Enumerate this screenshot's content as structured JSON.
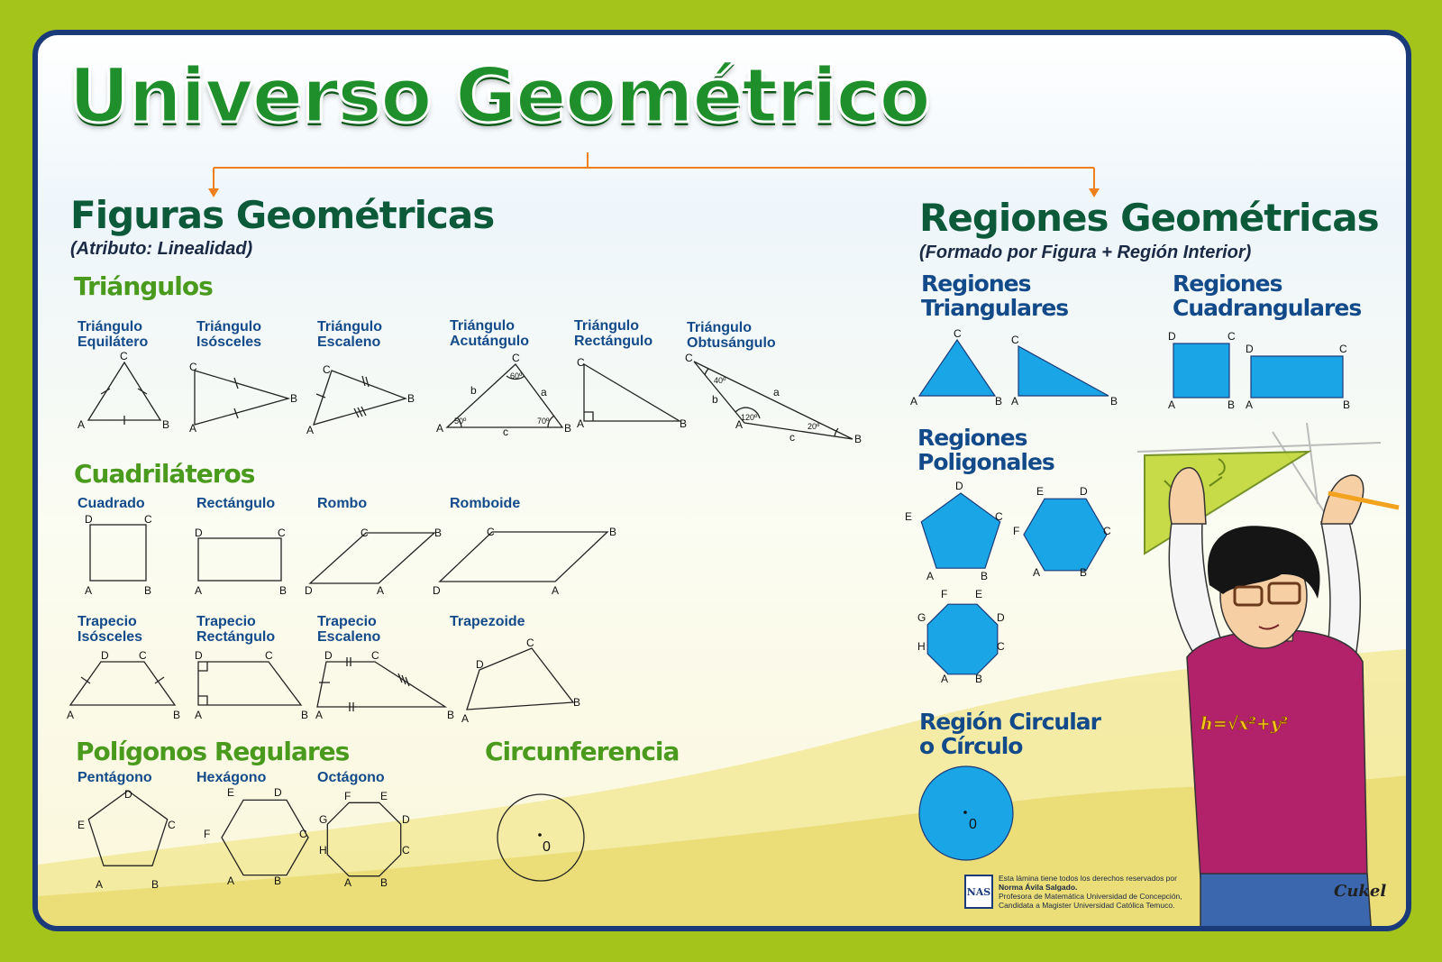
{
  "title": "Universo Geométrico",
  "left": {
    "title": "Figuras Geométricas",
    "subtitle": "(Atributo: Linealidad)",
    "triangles": {
      "heading": "Triángulos",
      "items": [
        {
          "label": "Triángulo\nEquilátero",
          "v": [
            "A",
            "B",
            "C"
          ]
        },
        {
          "label": "Triángulo\nIsósceles",
          "v": [
            "A",
            "B",
            "C"
          ]
        },
        {
          "label": "Triángulo\nEscaleno",
          "v": [
            "A",
            "B",
            "C"
          ]
        },
        {
          "label": "Triángulo\nAcutángulo",
          "v": [
            "A",
            "B",
            "C"
          ],
          "sides": [
            "a",
            "b",
            "c"
          ],
          "angles": [
            "50º",
            "70º",
            "60º"
          ]
        },
        {
          "label": "Triángulo\nRectángulo",
          "v": [
            "A",
            "B",
            "C"
          ]
        },
        {
          "label": "Triángulo\nObtusángulo",
          "v": [
            "A",
            "B",
            "C"
          ],
          "sides": [
            "a",
            "b",
            "c"
          ],
          "angles": [
            "120º",
            "20º",
            "40º"
          ]
        }
      ]
    },
    "quadrilaterals": {
      "heading": "Cuadriláteros",
      "row1": [
        {
          "label": "Cuadrado",
          "v": [
            "A",
            "B",
            "C",
            "D"
          ]
        },
        {
          "label": "Rectángulo",
          "v": [
            "A",
            "B",
            "C",
            "D"
          ]
        },
        {
          "label": "Rombo",
          "v": [
            "A",
            "B",
            "C",
            "D"
          ]
        },
        {
          "label": "Romboide",
          "v": [
            "A",
            "B",
            "C",
            "D"
          ]
        }
      ],
      "row2": [
        {
          "label": "Trapecio\nIsósceles",
          "v": [
            "A",
            "B",
            "C",
            "D"
          ]
        },
        {
          "label": "Trapecio\nRectángulo",
          "v": [
            "A",
            "B",
            "C",
            "D"
          ]
        },
        {
          "label": "Trapecio\nEscaleno",
          "v": [
            "A",
            "B",
            "C",
            "D"
          ]
        },
        {
          "label": "Trapezoide",
          "v": [
            "A",
            "B",
            "C",
            "D"
          ]
        }
      ]
    },
    "polygons": {
      "heading": "Polígonos Regulares",
      "items": [
        {
          "label": "Pentágono",
          "v": [
            "A",
            "B",
            "C",
            "D",
            "E"
          ]
        },
        {
          "label": "Hexágono",
          "v": [
            "A",
            "B",
            "C",
            "D",
            "E",
            "F"
          ]
        },
        {
          "label": "Octágono",
          "v": [
            "A",
            "B",
            "C",
            "D",
            "E",
            "F",
            "G",
            "H"
          ]
        }
      ]
    },
    "circle": {
      "heading": "Circunferencia",
      "center": "0"
    }
  },
  "right": {
    "title": "Regiones Geométricas",
    "subtitle": "(Formado por Figura + Región Interior)",
    "triangular": {
      "title": "Regiones\nTriangulares",
      "v": [
        "A",
        "B",
        "C"
      ]
    },
    "quadrangular": {
      "title": "Regiones\nCuadrangulares",
      "v": [
        "A",
        "B",
        "C",
        "D"
      ]
    },
    "polygonal": {
      "title": "Regiones\nPoligonales",
      "v": [
        "A",
        "B",
        "C",
        "D",
        "E",
        "F",
        "G",
        "H"
      ]
    },
    "circular": {
      "title": "Región Circular\no Círculo",
      "center": "0"
    }
  },
  "credits": {
    "logo": "NAS",
    "line1": "Esta lámina tiene todos los derechos reservados por",
    "line2": "Norma Ávila Salgado.",
    "line3": "Profesora de Matemática Universidad de Concepción,",
    "line4": "Candidata a Magister Universidad Católica Temuco."
  },
  "signature": "Cukel",
  "shirt_formula": "h=√x²+y²",
  "colors": {
    "frame": "#a4c41b",
    "border": "#1a3a7a",
    "region_fill": "#1aa6e6",
    "arrow": "#f07f1e",
    "category_green": "#4a9a1e",
    "label_blue": "#134a8a"
  }
}
